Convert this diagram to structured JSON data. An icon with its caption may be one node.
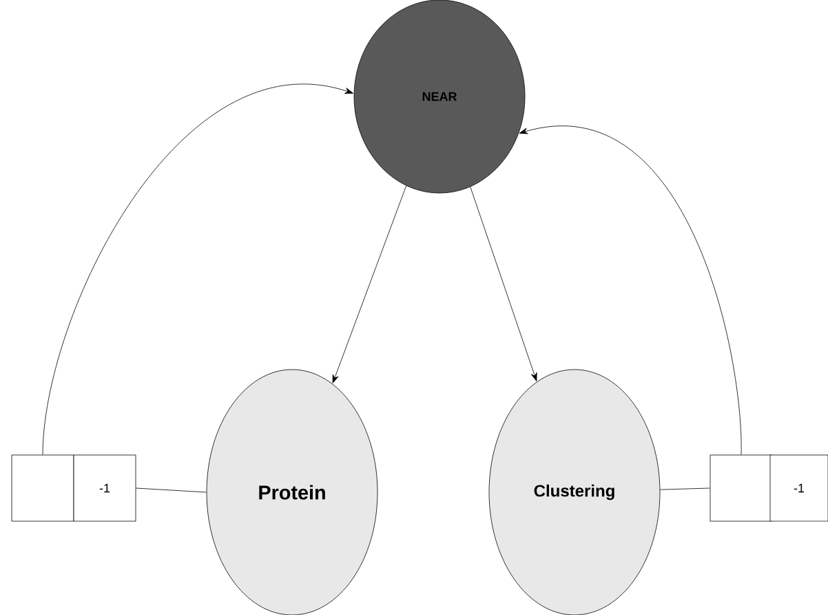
{
  "diagram": {
    "nodes": [
      {
        "text": [
          "NEAR"
        ]
      },
      {
        "text": [
          "Protein"
        ]
      },
      {
        "text": [
          "Clustering"
        ]
      },
      {
        "text": [],
        "shape": "box"
      },
      {
        "text": [
          "-1"
        ]
      },
      {
        "text": [],
        "shape": "box"
      },
      {
        "text": [
          "-1"
        ]
      }
    ],
    "edges": [
      {
        "from": 3,
        "to": 0,
        "arrow": "to"
      },
      {
        "from": 4,
        "to": 1,
        "arrow": "none"
      },
      {
        "from": 0,
        "to": 1,
        "arrow": "to"
      },
      {
        "from": 0,
        "to": 2,
        "arrow": "to"
      },
      {
        "from": 2,
        "to": 5,
        "arrow": "none"
      },
      {
        "from": 5,
        "to": 0,
        "arrow": "to"
      }
    ]
  }
}
